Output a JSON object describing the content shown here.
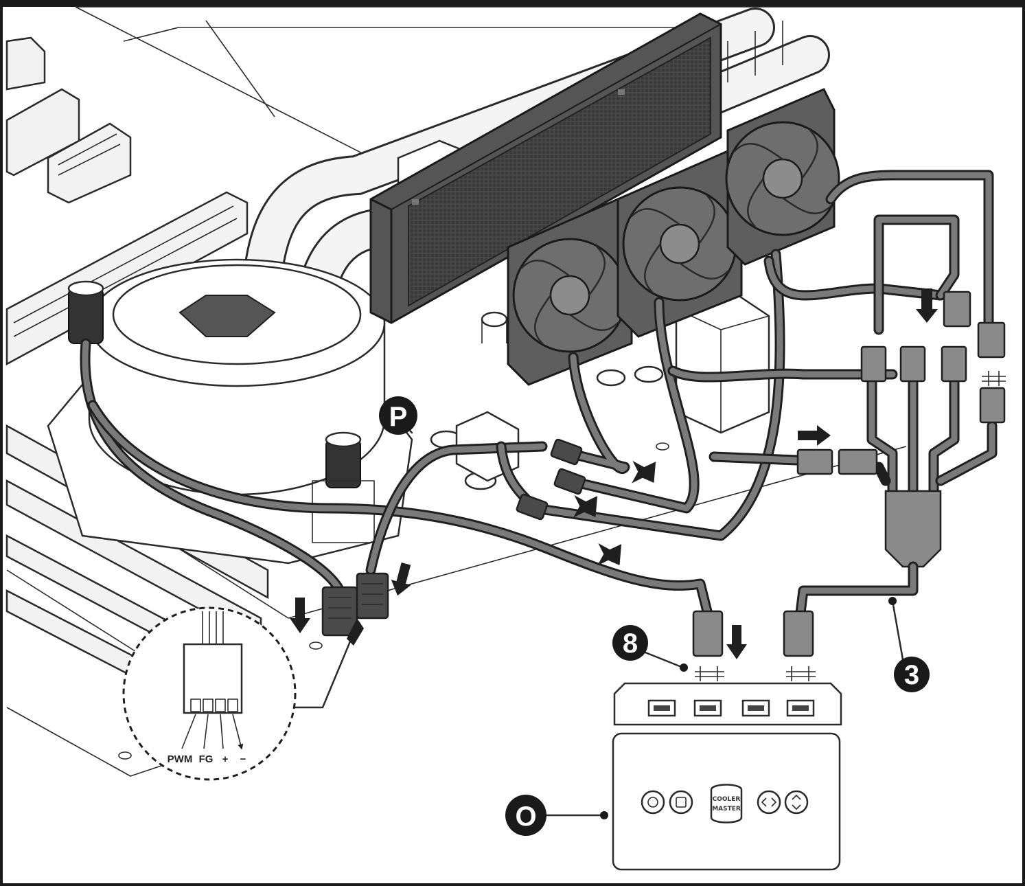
{
  "diagram": {
    "callouts": [
      {
        "id": "P",
        "label": "P"
      },
      {
        "id": "8",
        "label": "8"
      },
      {
        "id": "3",
        "label": "3"
      },
      {
        "id": "O",
        "label": "O"
      }
    ],
    "pin_labels": [
      "PWM",
      "FG",
      "+",
      "−"
    ],
    "logo_text": {
      "line1": "COOLER",
      "line2": "MASTER"
    },
    "hub_ports": 4,
    "fans": 3,
    "icons": [
      "arrow-down-icon",
      "arrow-right-icon",
      "arrow-up-right-icon",
      "power-button-icon",
      "mode-button-icon",
      "prev-button-icon",
      "next-button-icon"
    ]
  }
}
